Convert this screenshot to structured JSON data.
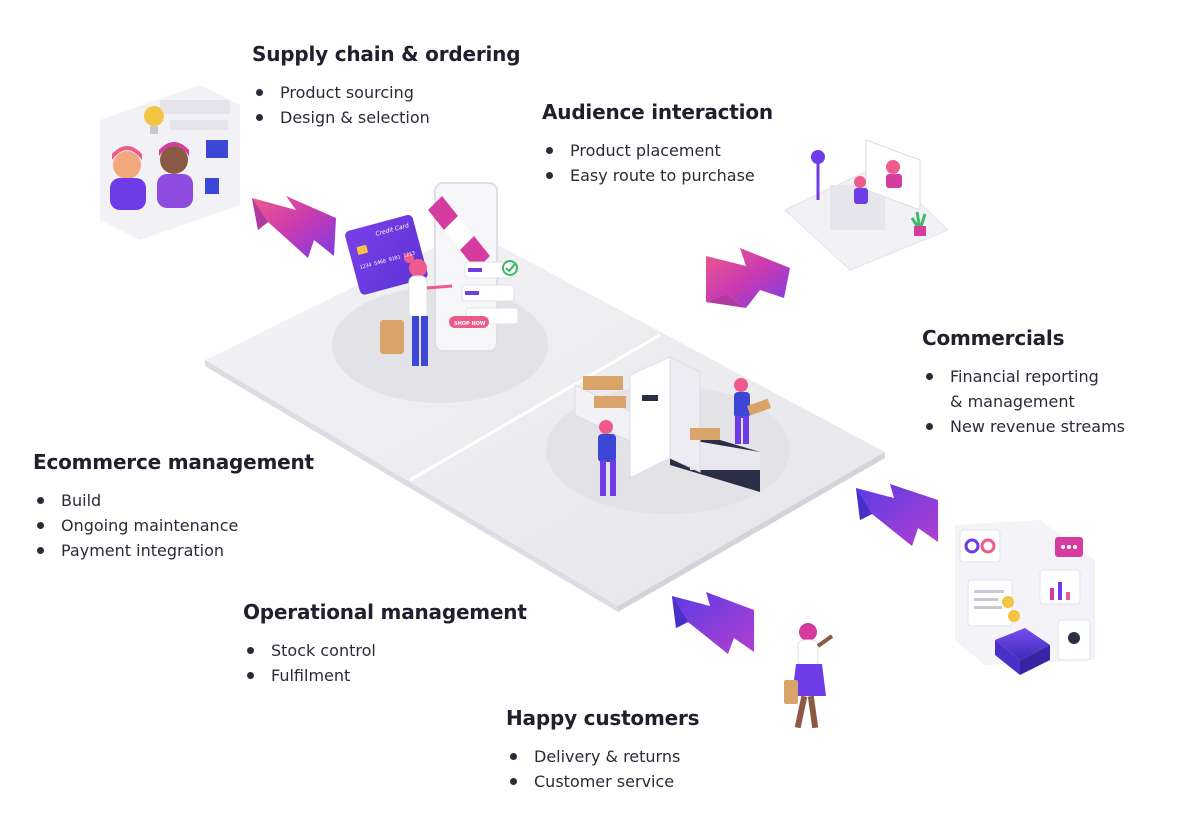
{
  "colors": {
    "accent_purple": "#6d3ce6",
    "accent_magenta": "#d63ba0",
    "accent_pink": "#ee5a8a",
    "platform_grey": "#ededf0",
    "text_dark": "#1f1f2e"
  },
  "sections": {
    "supply": {
      "title": "Supply chain & ordering",
      "items": [
        "Product sourcing",
        "Design & selection"
      ]
    },
    "audience": {
      "title": "Audience interaction",
      "items": [
        "Product placement",
        "Easy route to purchase"
      ]
    },
    "commercials": {
      "title": "Commercials",
      "items": [
        "Financial reporting",
        "& management",
        "New revenue streams"
      ]
    },
    "ecommerce": {
      "title": "Ecommerce management",
      "items": [
        "Build",
        "Ongoing maintenance",
        "Payment integration"
      ]
    },
    "operational": {
      "title": "Operational management",
      "items": [
        "Stock control",
        "Fulfilment"
      ]
    },
    "customers": {
      "title": "Happy customers",
      "items": [
        "Delivery & returns",
        "Customer service"
      ]
    }
  },
  "illustration": {
    "card_label": "Credit Card",
    "card_number": "1234 5468 9101 1213",
    "shop_button": "SHOP NOW"
  },
  "icons": {
    "arrows": [
      "arrow-supply-icon",
      "arrow-audience-icon",
      "arrow-commercials-icon",
      "arrow-customers-icon"
    ],
    "figures": [
      "team-icon",
      "storefront-icon",
      "fulfilment-icon",
      "media-icon",
      "analytics-icon",
      "shopper-icon"
    ]
  }
}
